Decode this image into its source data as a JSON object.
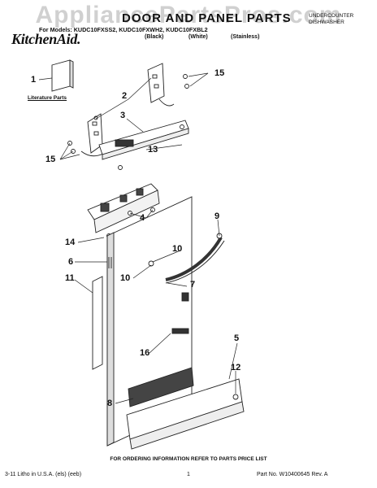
{
  "header": {
    "title": "DOOR AND PANEL PARTS",
    "models_line": "For Models: KUDC10FXSS2, KUDC10FXWH2, KUDC10FXBL2",
    "colors": {
      "black": "(Black)",
      "white": "(White)",
      "stainless": "(Stainless)"
    },
    "right_line1": "UNDERCOUNTER",
    "right_line2": "DISHWASHER",
    "brand": "KitchenAid."
  },
  "watermark": "AppliancePartsPros.com",
  "literature_label": "Literature Parts",
  "callouts": {
    "c1": "1",
    "c2": "2",
    "c3": "3",
    "c4": "4",
    "c5": "5",
    "c6": "6",
    "c7": "7",
    "c8": "8",
    "c9": "9",
    "c10a": "10",
    "c10b": "10",
    "c11": "11",
    "c12": "12",
    "c13": "13",
    "c14": "14",
    "c15a": "15",
    "c15b": "15",
    "c16": "16"
  },
  "footer": {
    "ordering_note": "FOR ORDERING INFORMATION REFER TO PARTS PRICE LIST",
    "litho": "3-11 Litho in U.S.A. (els) (eeb)",
    "page": "1",
    "part_no": "Part No. W10400645 Rev. A"
  }
}
